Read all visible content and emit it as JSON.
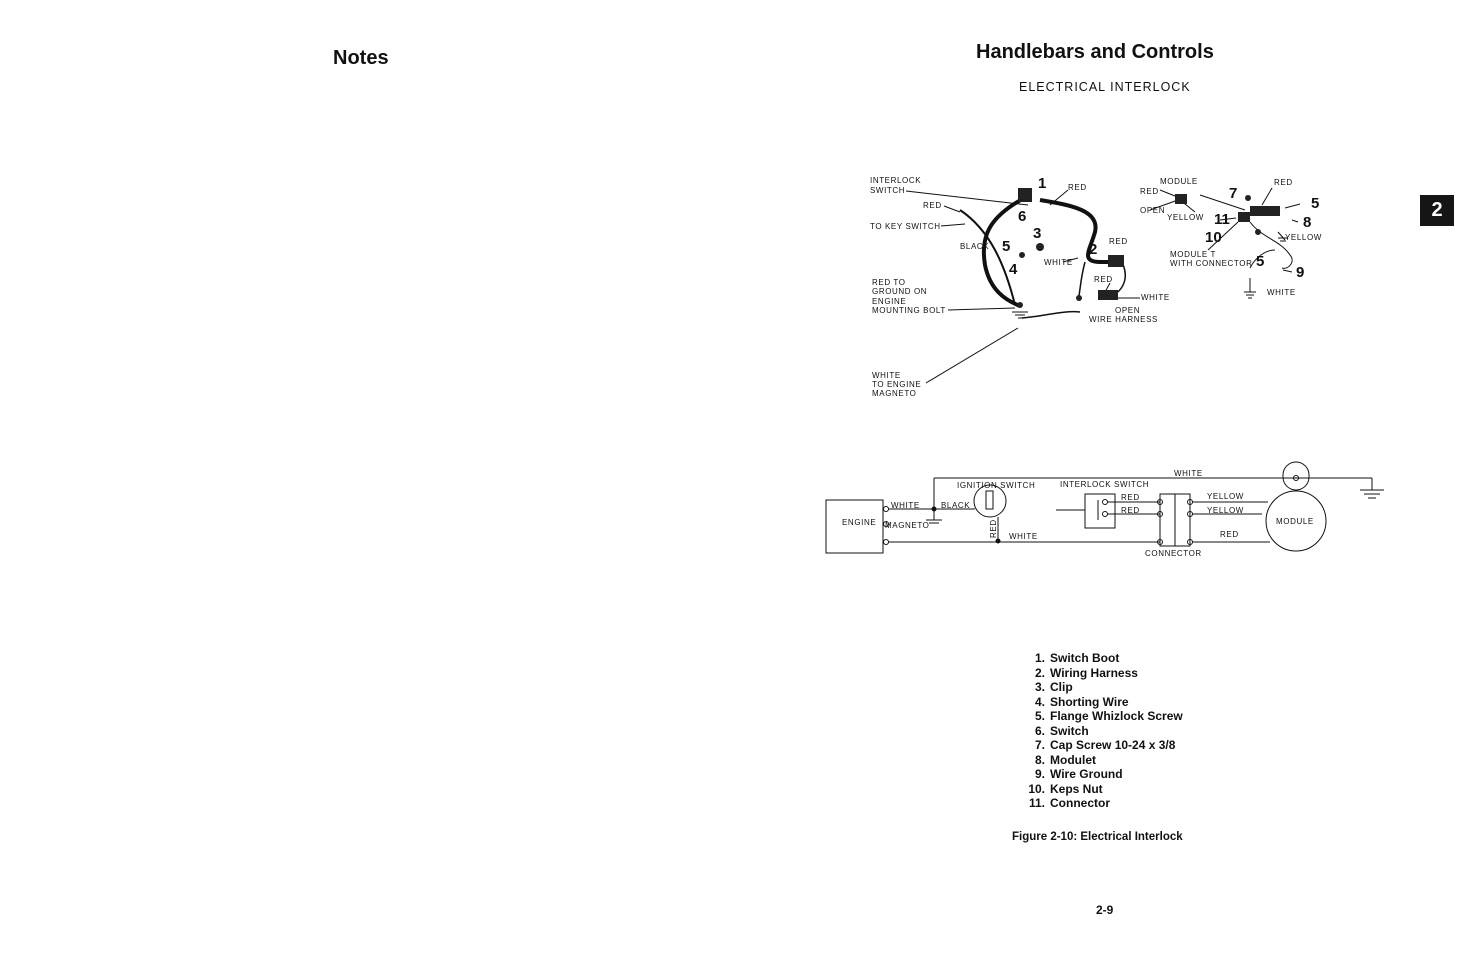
{
  "left_page": {
    "title": "Notes"
  },
  "right_page": {
    "title": "Handlebars and Controls",
    "subtitle": "ELECTRICAL INTERLOCK",
    "section_tab": "2",
    "page_number": "2-9",
    "figure_caption": "Figure 2-10: Electrical Interlock"
  },
  "illustration": {
    "labels": {
      "interlock_switch_1": "INTERLOCK",
      "interlock_switch_2": "SWITCH",
      "red_a": "RED",
      "red_b": "RED",
      "to_key_switch": "TO KEY SWITCH",
      "black": "BLACK",
      "white_a": "WHITE",
      "red_c": "RED",
      "red_d": "RED",
      "white_b": "WHITE",
      "open": "OPEN",
      "wire_harness": "WIRE HARNESS",
      "ground_1": "RED TO",
      "ground_2": "GROUND ON",
      "ground_3": "ENGINE",
      "ground_4": "MOUNTING BOLT",
      "magneto_1": "WHITE",
      "magneto_2": "TO ENGINE",
      "magneto_3": "MAGNETO",
      "module": "MODULE",
      "red_e": "RED",
      "open_b": "OPEN",
      "yellow_a": "YELLOW",
      "red_f": "RED",
      "yellow_b": "YELLOW",
      "module_t_1": "MODULE T",
      "module_t_2": "WITH CONNECTOR",
      "white_c": "WHITE"
    },
    "callouts": {
      "c1": "1",
      "c2": "2",
      "c3": "3",
      "c4": "4",
      "c5a": "5",
      "c6": "6",
      "c7": "7",
      "c5b": "5",
      "c8": "8",
      "c9": "9",
      "c10": "10",
      "c11": "11",
      "c5c": "5"
    }
  },
  "schematic": {
    "engine": "ENGINE",
    "white_top": "WHITE",
    "ignition_switch": "IGNITION SWITCH",
    "interlock_switch": "INTERLOCK SWITCH",
    "white_in": "WHITE",
    "black": "BLACK",
    "magneto": "MAGNETO",
    "red_vert": "RED",
    "white_bottom": "WHITE",
    "red_1": "RED",
    "red_2": "RED",
    "yellow_1": "YELLOW",
    "yellow_2": "YELLOW",
    "red_3": "RED",
    "connector": "CONNECTOR",
    "module": "MODULE"
  },
  "parts_list": [
    {
      "num": "1.",
      "name": "Switch Boot"
    },
    {
      "num": "2.",
      "name": "Wiring Harness"
    },
    {
      "num": "3.",
      "name": "Clip"
    },
    {
      "num": "4.",
      "name": "Shorting Wire"
    },
    {
      "num": "5.",
      "name": "Flange Whizlock Screw"
    },
    {
      "num": "6.",
      "name": "Switch"
    },
    {
      "num": "7.",
      "name": "Cap Screw 10-24 x 3/8"
    },
    {
      "num": "8.",
      "name": "Modulet"
    },
    {
      "num": "9.",
      "name": "Wire Ground"
    },
    {
      "num": "10.",
      "name": "Keps Nut"
    },
    {
      "num": "11.",
      "name": "Connector"
    }
  ]
}
